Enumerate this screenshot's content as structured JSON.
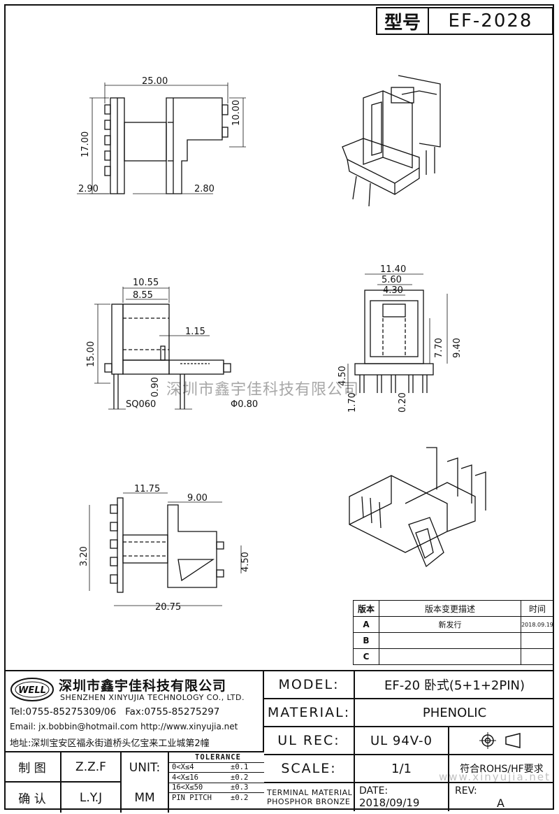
{
  "header": {
    "model_key": "型号",
    "model_value": "EF-2028"
  },
  "dimensions": {
    "d_B": "25.00",
    "d_C": "10.00",
    "d_A": "17.00",
    "d_left_pin": "2.90",
    "d_right_pin": "2.80",
    "d_E": "10.55",
    "d_F": "8.55",
    "d_115": "1.15",
    "d_D": "15.00",
    "d_090": "0.90",
    "d_G": "SQ060",
    "d_H": "Φ0.80",
    "d_J": "11.40",
    "d_K": "5.60",
    "d_L": "4.30",
    "d_M": "7.70",
    "d_N": "9.40",
    "d_450a": "4.50",
    "d_170": "1.70",
    "d_020": "0.20",
    "d_P": "11.75",
    "d_900": "9.00",
    "d_O": "3.20",
    "d_Q": "4.50",
    "d_R": "20.75"
  },
  "watermark": {
    "text": "深圳市鑫宇佳科技有限公司",
    "site": "www.xinyujia.net"
  },
  "revision": {
    "headers": [
      "版本",
      "版本变更描述",
      "时间"
    ],
    "rows": [
      {
        "ver": "A",
        "desc": "新发行",
        "date": "2018.09.19"
      },
      {
        "ver": "B",
        "desc": "",
        "date": ""
      },
      {
        "ver": "C",
        "desc": "",
        "date": ""
      }
    ]
  },
  "company": {
    "logo_text": "WELL",
    "name_cn": "深圳市鑫宇佳科技有限公司",
    "name_en": "SHENZHEN XINYUJIA TECHNOLOGY CO., LTD.",
    "tel": "Tel:0755-85275309/06",
    "fax": "Fax:0755-85275297",
    "email": "Email: jx.bobbin@hotmail.com http://www.xinyujia.net",
    "address": "地址:深圳宝安区福永街道桥头亿宝来工业城第2幢"
  },
  "title_block": {
    "model_label": "MODEL:",
    "model_value": "EF-20 卧式(5+1+2PIN)",
    "material_label": "MATERIAL:",
    "material_value": "PHENOLIC",
    "ulrec_label": "UL REC:",
    "ulrec_value": "UL 94V-0",
    "scale_label": "SCALE:",
    "scale_value": "1/1",
    "rohs": "符合ROHS/HF要求",
    "terminal_label": "TERMINAL MATERIAL",
    "terminal_value": "PHOSPHOR BRONZE",
    "date_label": "DATE:",
    "date_value": "2018/09/19",
    "rev_label": "REV:",
    "rev_value": "A",
    "draw_label": "制 图",
    "draw_value": "Z.Z.F",
    "check_label": "确 认",
    "check_value": "L.Y.J",
    "unit_label": "UNIT:",
    "unit_value": "MM",
    "tolerance": {
      "header": "TOLERANCE",
      "rows": [
        {
          "range": "0<X≤4",
          "tol": "±0.1"
        },
        {
          "range": "4<X≤16",
          "tol": "±0.2"
        },
        {
          "range": "16<X≤50",
          "tol": "±0.3"
        },
        {
          "range": "PIN PITCH",
          "tol": "±0.2"
        }
      ]
    }
  }
}
